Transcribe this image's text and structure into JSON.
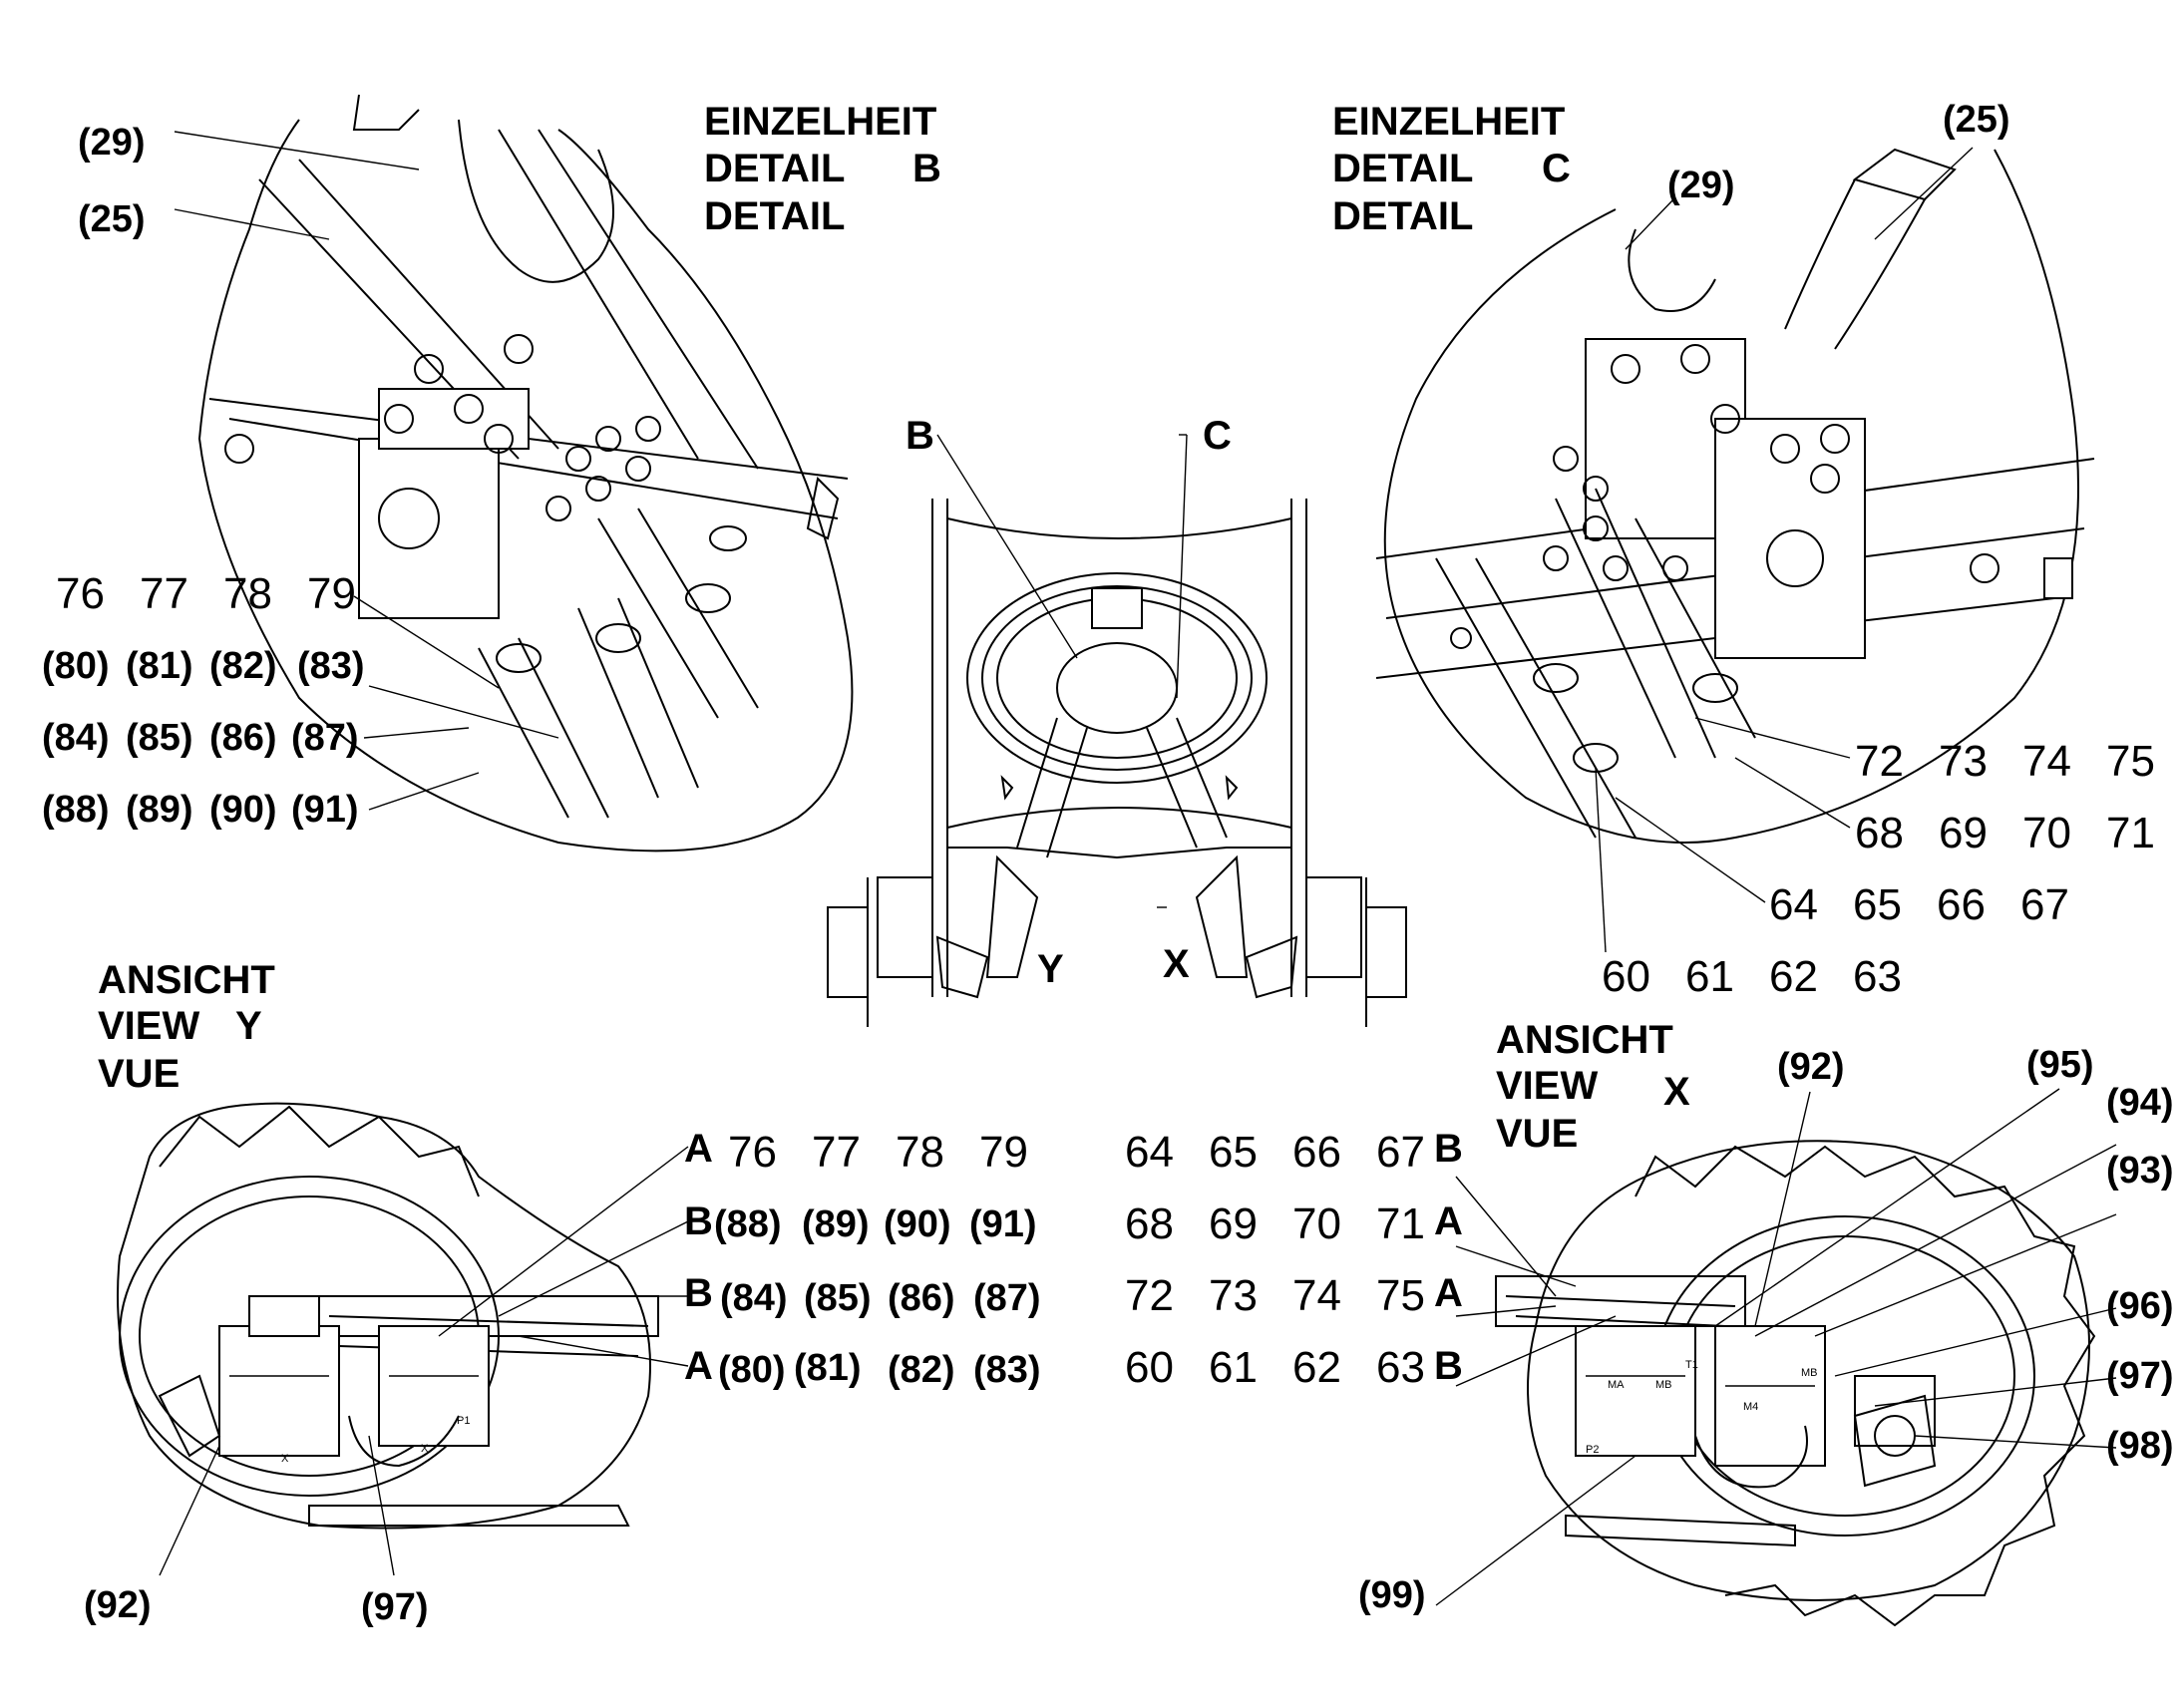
{
  "detail_b": {
    "heading": [
      "EINZELHEIT",
      "DETAIL",
      "DETAIL"
    ],
    "letter": "B",
    "callouts": [
      "(29)",
      "(25)"
    ],
    "num_row": [
      "76",
      "77",
      "78",
      "79"
    ],
    "rows": [
      [
        "(80)",
        "(81)",
        "(82)",
        "(83)"
      ],
      [
        "(84)",
        "(85)",
        "(86)",
        "(87)"
      ],
      [
        "(88)",
        "(89)",
        "(90)",
        "(91)"
      ]
    ]
  },
  "detail_c": {
    "heading": [
      "EINZELHEIT",
      "DETAIL",
      "DETAIL"
    ],
    "letter": "C",
    "callouts": [
      "(25)",
      "(29)"
    ],
    "num_rows": [
      [
        "72",
        "73",
        "74",
        "75"
      ],
      [
        "68",
        "69",
        "70",
        "71"
      ],
      [
        "64",
        "65",
        "66",
        "67"
      ],
      [
        "60",
        "61",
        "62",
        "63"
      ]
    ]
  },
  "overview": {
    "b_label": "B",
    "c_label": "C",
    "y_label": "Y",
    "x_label": "X"
  },
  "view_y": {
    "heading": [
      "ANSICHT",
      "VIEW",
      "VUE"
    ],
    "letter": "Y",
    "callouts": [
      "(92)",
      "(97)"
    ],
    "table": [
      {
        "port": "A",
        "items": [
          "76",
          "77",
          "78",
          "79"
        ]
      },
      {
        "port": "B",
        "items": [
          "(88)",
          "(89)",
          "(90)",
          "(91)"
        ]
      },
      {
        "port": "B",
        "items": [
          "(84)",
          "(85)",
          "(86)",
          "(87)"
        ]
      },
      {
        "port": "A",
        "items": [
          "(80)",
          "(81)",
          "(82)",
          "(83)"
        ]
      }
    ],
    "markings": [
      "P1",
      "X",
      "X"
    ]
  },
  "view_x": {
    "heading": [
      "ANSICHT",
      "VIEW",
      "VUE"
    ],
    "letter": "X",
    "callouts": [
      "(92)",
      "(95)",
      "(94)",
      "(93)",
      "(96)",
      "(97)",
      "(98)",
      "(99)"
    ],
    "table": [
      {
        "items": [
          "64",
          "65",
          "66",
          "67"
        ],
        "port": "B"
      },
      {
        "items": [
          "68",
          "69",
          "70",
          "71"
        ],
        "port": "A"
      },
      {
        "items": [
          "72",
          "73",
          "74",
          "75"
        ],
        "port": "A"
      },
      {
        "items": [
          "60",
          "61",
          "62",
          "63"
        ],
        "port": "B"
      }
    ],
    "markings": [
      "MA",
      "MB",
      "MB",
      "T1",
      "P2",
      "M4"
    ]
  }
}
